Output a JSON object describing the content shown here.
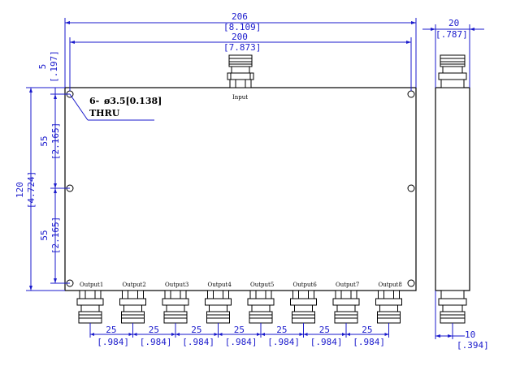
{
  "dimensions": {
    "overall_width": "206",
    "overall_width_in": "[8.109]",
    "hole_span": "200",
    "hole_span_in": "[7.873]",
    "edge_offset": "5",
    "edge_offset_in": "[.197]",
    "height": "120",
    "height_in": "[4.724]",
    "pitch_v_top": "55",
    "pitch_v_top_in": "[2.165]",
    "pitch_v_bottom": "55",
    "pitch_v_bottom_in": "[2.165]",
    "thickness": "20",
    "thickness_in": "[.787]",
    "side_offset": "10",
    "side_offset_in": "[.394]",
    "output_pitch": "25",
    "output_pitch_in": "[.984]"
  },
  "hole_note": {
    "count": "6-",
    "diameter": "ø3.5[0.138]",
    "through": "THRU"
  },
  "ports": {
    "input": "Input",
    "outputs": [
      "Output1",
      "Output2",
      "Output3",
      "Output4",
      "Output5",
      "Output6",
      "Output7",
      "Output8"
    ]
  }
}
